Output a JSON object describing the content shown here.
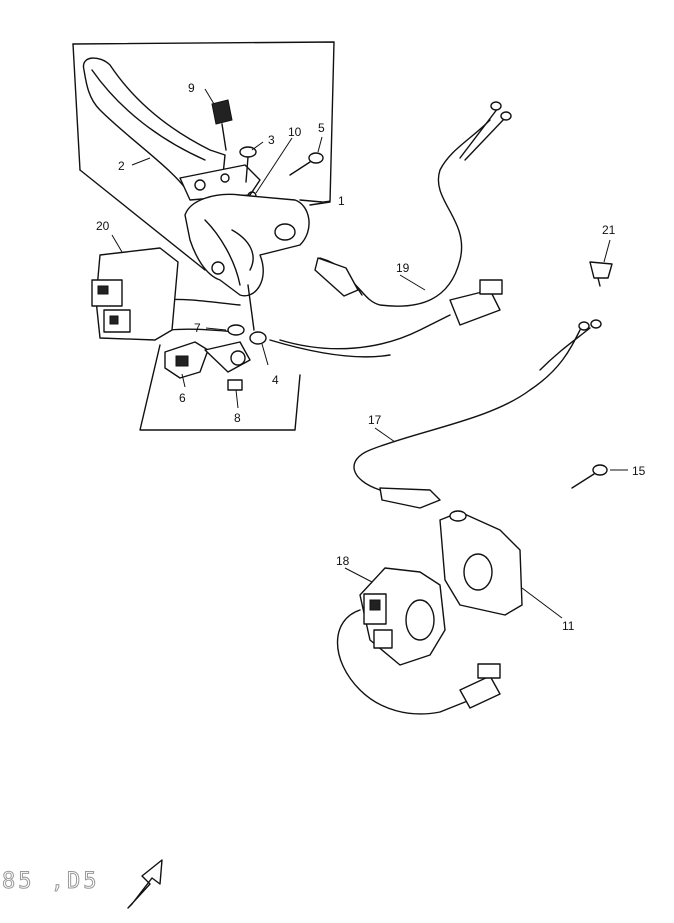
{
  "labels": {
    "p1": "1",
    "p2": "2",
    "p3": "3",
    "p4": "4",
    "p5": "5",
    "p6": "6",
    "p7": "7",
    "p8": "8",
    "p9": "9",
    "p10": "10",
    "p11": "11",
    "p15": "15",
    "p17": "17",
    "p18": "18",
    "p19": "19",
    "p20": "20",
    "p21": "21"
  },
  "footer_code": "85 ,D5"
}
